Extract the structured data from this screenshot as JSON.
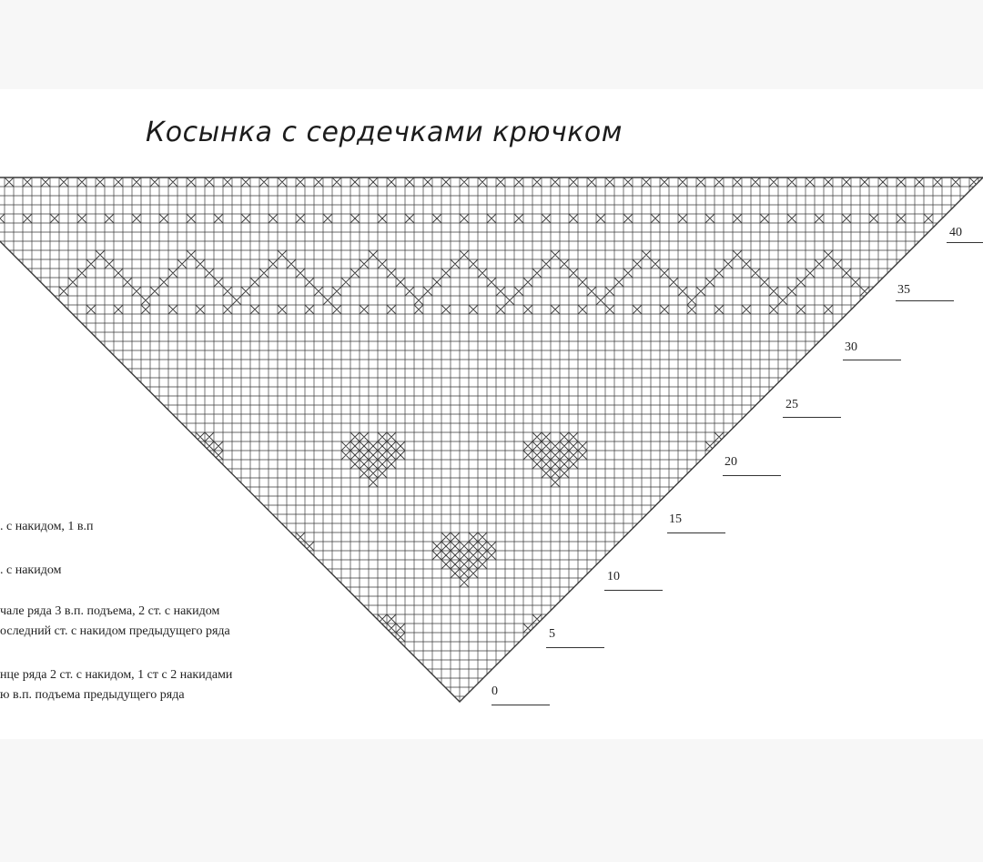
{
  "title": "Косынка с сердечками крючком",
  "row_markers": [
    "40",
    "35",
    "30",
    "25",
    "20",
    "15",
    "10",
    "5",
    "0"
  ],
  "legend": [
    ". с накидом, 1 в.п",
    ". с накидом",
    "чале ряда 3 в.п. подъема, 2 ст. с накидом",
    "оследний ст. с накидом предыдущего ряда",
    "нце ряда 2 ст. с накидом, 1 ст с 2 накидами",
    "ю в.п. подъема предыдущего ряда"
  ],
  "colors": {
    "background": "#ffffff",
    "page": "#f7f7f7",
    "ink": "#3a3a3a"
  }
}
